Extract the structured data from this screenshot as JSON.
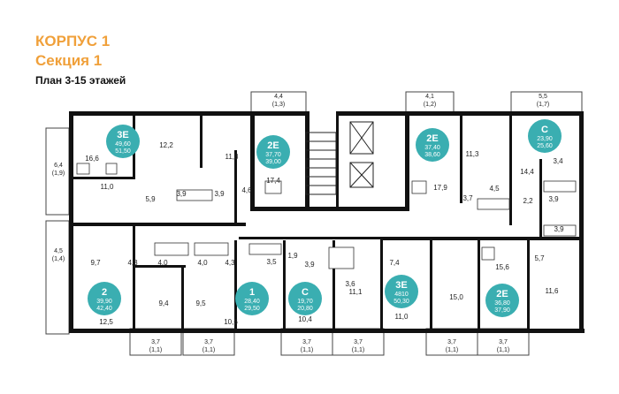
{
  "header": {
    "building": "КОРПУС 1",
    "section": "Секция 1",
    "plan": "План 3-15 этажей"
  },
  "colors": {
    "accent_title": "#f0a03a",
    "badge": "#3aaeb1",
    "wall": "#111111"
  },
  "apartments": [
    {
      "type": "3Е",
      "total": "49,60",
      "living": "51,50"
    },
    {
      "type": "2Е",
      "total": "37,70",
      "living": "39,00"
    },
    {
      "type": "2Е",
      "total": "37,40",
      "living": "38,60"
    },
    {
      "type": "С",
      "total": "23,90",
      "living": "25,60"
    },
    {
      "type": "2",
      "total": "39,90",
      "living": "42,40"
    },
    {
      "type": "1",
      "total": "28,40",
      "living": "29,50"
    },
    {
      "type": "С",
      "total": "19,70",
      "living": "20,80"
    },
    {
      "type": "3Е",
      "total": "4810",
      "living": "50,30"
    },
    {
      "type": "2Е",
      "total": "36,80",
      "living": "37,90"
    }
  ],
  "rooms": [
    "16,6",
    "11,0",
    "12,2",
    "5,9",
    "3,9",
    "3,9",
    "11,8",
    "4,6",
    "17,4",
    "11,3",
    "17,9",
    "3,7",
    "4,5",
    "14,4",
    "3,4",
    "2,2",
    "3,9",
    "3,9",
    "5,7",
    "9,7",
    "4,3",
    "4,0",
    "4,0",
    "4,3",
    "9,4",
    "9,5",
    "12,5",
    "10,6",
    "1,9",
    "3,5",
    "3,9",
    "3,6",
    "10,4",
    "11,1",
    "7,4",
    "11,0",
    "15,0",
    "15,6",
    "11,6"
  ],
  "balconies_top": [
    {
      "area": "4,4",
      "net": "(1,3)"
    },
    {
      "area": "4,1",
      "net": "(1,2)"
    },
    {
      "area": "5,5",
      "net": "(1,7)"
    }
  ],
  "balconies_left": [
    {
      "area": "6,4",
      "net": "(1,9)"
    },
    {
      "area": "4,5",
      "net": "(1,4)"
    }
  ],
  "balconies_bottom": [
    {
      "area": "3,7",
      "net": "(1,1)"
    },
    {
      "area": "3,7",
      "net": "(1,1)"
    },
    {
      "area": "3,7",
      "net": "(1,1)"
    },
    {
      "area": "3,7",
      "net": "(1,1)"
    },
    {
      "area": "3,7",
      "net": "(1,1)"
    },
    {
      "area": "3,7",
      "net": "(1,1)"
    }
  ]
}
